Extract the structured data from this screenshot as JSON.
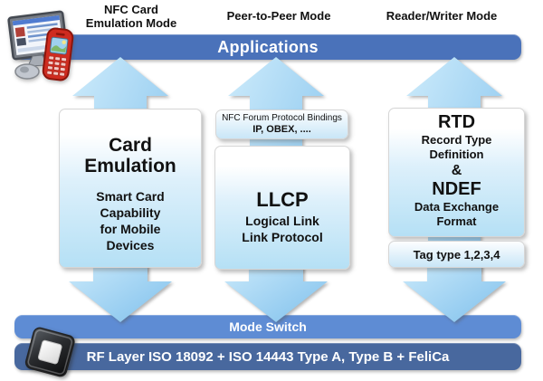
{
  "headers": {
    "left": "NFC Card\nEmulation Mode",
    "middle": "Peer-to-Peer Mode",
    "right": "Reader/Writer Mode"
  },
  "bars": {
    "applications": "Applications",
    "mode_switch": "Mode Switch",
    "rf_layer": "RF Layer ISO 18092 + ISO 14443 Type A, Type B + FeliCa"
  },
  "columns": {
    "card_emulation": {
      "title": "Card\nEmulation",
      "subtitle": "Smart Card\nCapability\nfor Mobile\nDevices"
    },
    "peer_to_peer": {
      "bindings_title": "NFC Forum Protocol Bindings",
      "bindings_subtitle": "IP, OBEX, ....",
      "title": "LLCP",
      "subtitle": "Logical Link\nLink Protocol"
    },
    "reader_writer": {
      "rtd_title": "RTD",
      "rtd_subtitle": "Record Type\nDefinition",
      "ampersand": "&",
      "ndef_title": "NDEF",
      "ndef_subtitle": "Data Exchange\nFormat",
      "tag_label": "Tag type 1,2,3,4"
    }
  },
  "icons": {
    "device_icon": "desktop-computer-with-mobile-phone",
    "chip_icon": "nfc-chip"
  },
  "colors": {
    "applications_bar": "#4a72ba",
    "mode_switch_bar": "#5e8cd4",
    "rf_layer_bar": "#48689e",
    "arrow_start": "#cdebfb",
    "arrow_end": "#7fc0ec",
    "box_bottom": "#b5e0f5",
    "text_dark": "#141414",
    "text_light": "#ffffff"
  }
}
